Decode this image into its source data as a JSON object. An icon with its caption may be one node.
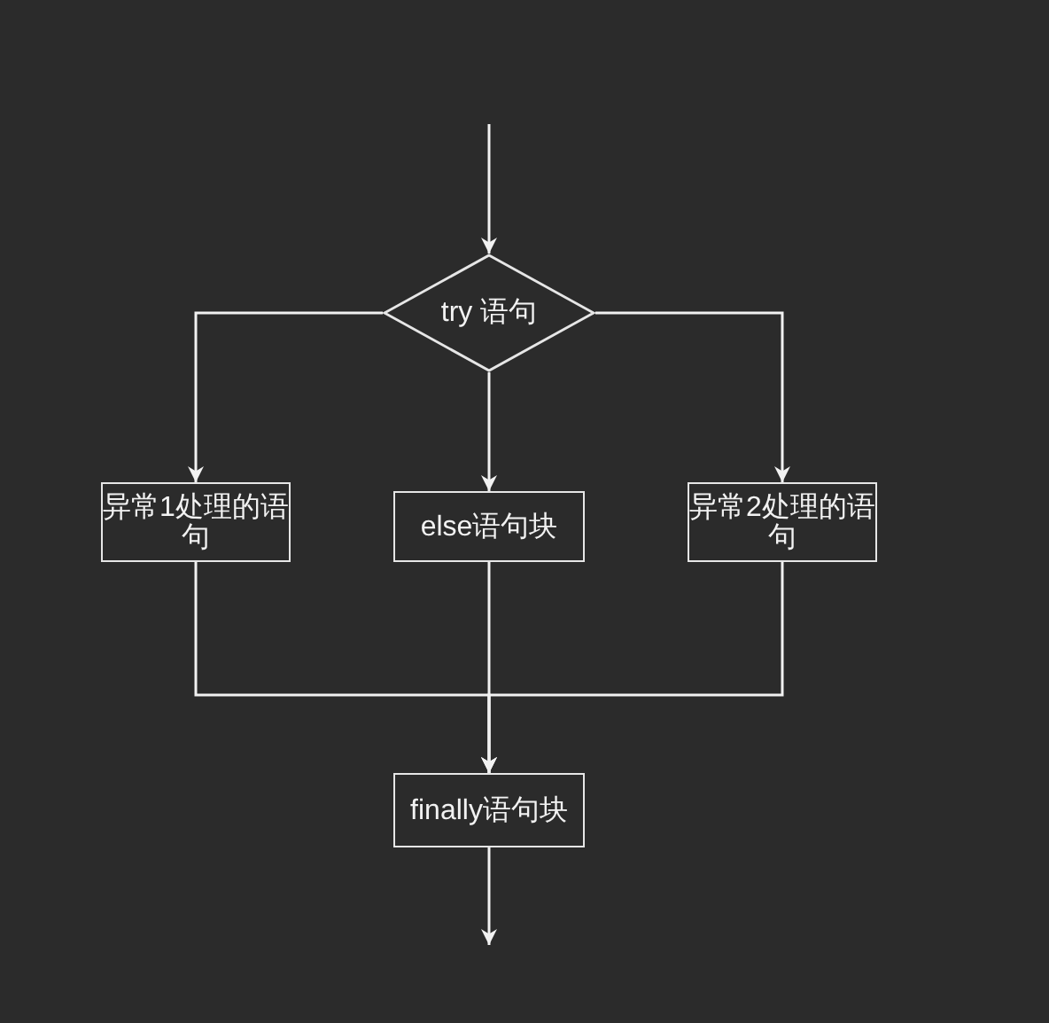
{
  "diagram": {
    "nodes": [
      {
        "text": [
          "try 语句"
        ]
      },
      {
        "text": [
          "异常1处理的语句"
        ]
      },
      {
        "text": [
          "else语句块"
        ]
      },
      {
        "text": [
          "异常2处理的语句"
        ]
      },
      {
        "text": [
          "finally语句块"
        ]
      }
    ],
    "edges": [
      {
        "from": null,
        "to": 0,
        "arrow": "to"
      },
      {
        "from": 0,
        "to": 1,
        "arrow": "to"
      },
      {
        "from": 0,
        "to": 2,
        "arrow": "to"
      },
      {
        "from": 0,
        "to": 3,
        "arrow": "to"
      },
      {
        "from": 1,
        "to": 4,
        "arrow": "to"
      },
      {
        "from": 2,
        "to": 4,
        "arrow": "to"
      },
      {
        "from": 3,
        "to": 4,
        "arrow": "to"
      },
      {
        "from": 4,
        "to": null,
        "arrow": "to"
      }
    ]
  }
}
